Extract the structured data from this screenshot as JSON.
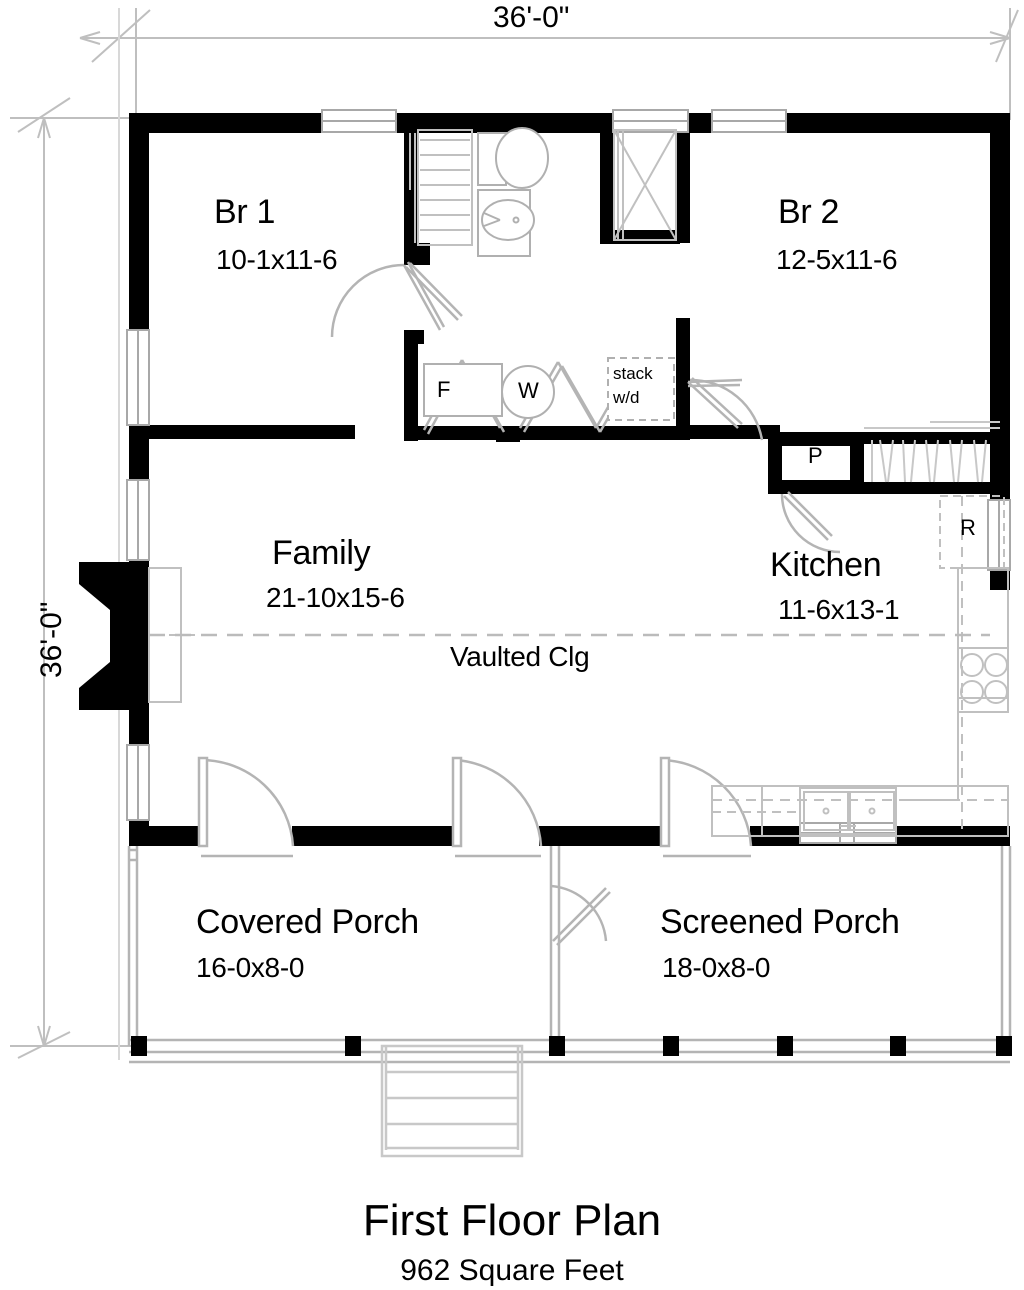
{
  "title": {
    "main": "First Floor Plan",
    "sub": "962 Square Feet"
  },
  "dimensions": {
    "top": "36'-0\"",
    "left": "36'-0\""
  },
  "rooms": [
    {
      "id": "br1",
      "name": "Br 1",
      "dim": "10-1x11-6"
    },
    {
      "id": "br2",
      "name": "Br 2",
      "dim": "12-5x11-6"
    },
    {
      "id": "family",
      "name": "Family",
      "dim": "21-10x15-6"
    },
    {
      "id": "kitchen",
      "name": "Kitchen",
      "dim": "11-6x13-1"
    },
    {
      "id": "covered-porch",
      "name": "Covered Porch",
      "dim": "16-0x8-0"
    },
    {
      "id": "screened-porch",
      "name": "Screened Porch",
      "dim": "18-0x8-0"
    }
  ],
  "notes": {
    "vaulted": "Vaulted Clg"
  },
  "fixtures": {
    "fridge": "F",
    "washer": "W",
    "stack_wd_line1": "stack",
    "stack_wd_line2": "w/d",
    "pantry": "P",
    "refrigerator": "R"
  },
  "colors": {
    "wall": "#000000",
    "thin_line": "#b4b4b4",
    "fixture_line": "#a8a8a8",
    "dim_line": "#bfbfbf",
    "background": "#ffffff"
  }
}
